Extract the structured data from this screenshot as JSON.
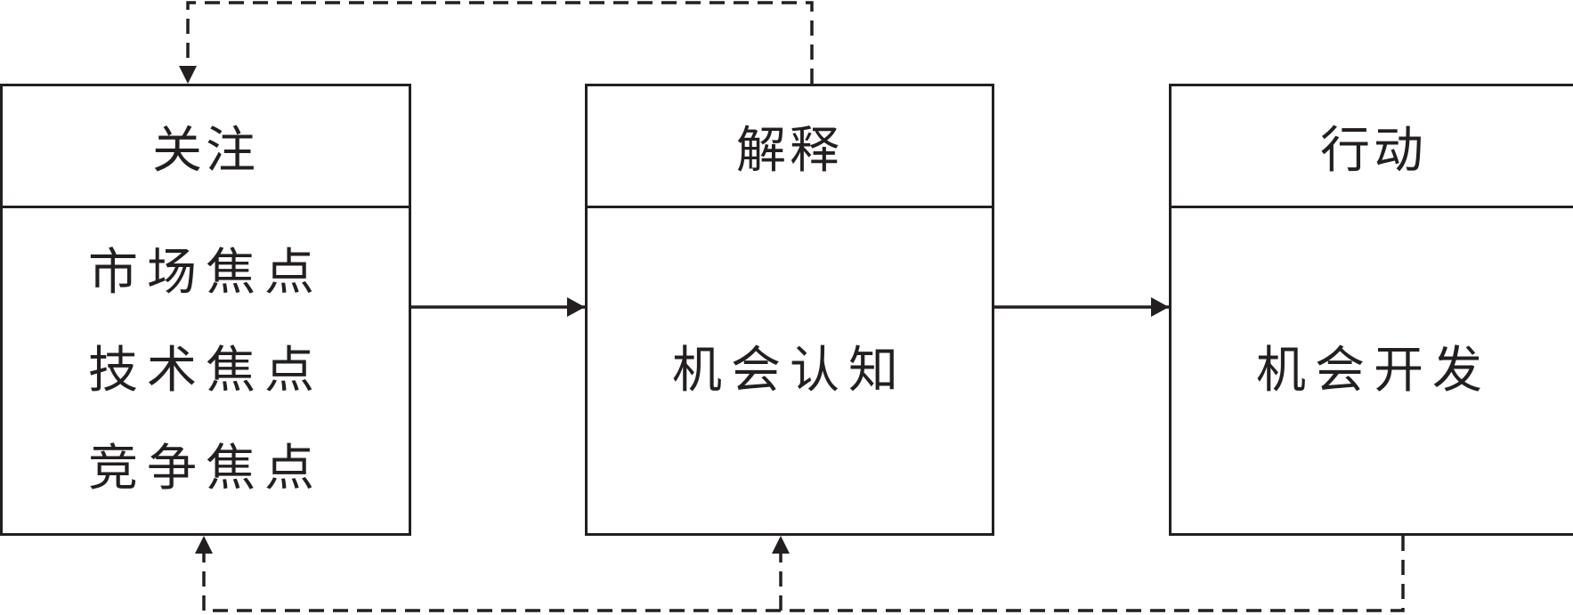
{
  "diagram": {
    "stages": [
      {
        "title": "关注",
        "items": [
          "市场焦点",
          "技术焦点",
          "竞争焦点"
        ]
      },
      {
        "title": "解释",
        "items": [
          "机会认知"
        ]
      },
      {
        "title": "行动",
        "items": [
          "机会开发"
        ]
      }
    ],
    "colors": {
      "line": "#231f20",
      "background": "#ffffff"
    }
  }
}
